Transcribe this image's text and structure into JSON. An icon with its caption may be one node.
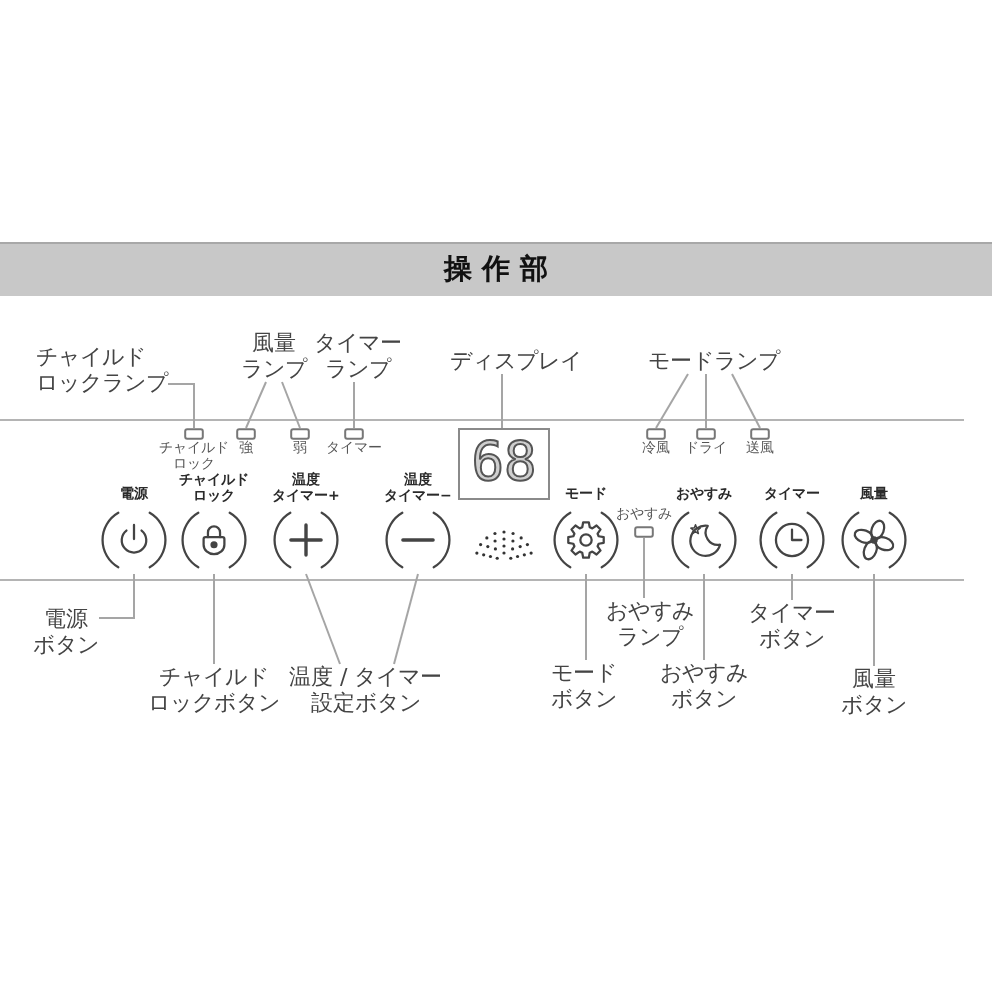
{
  "diagram": {
    "title": "操作部",
    "nodes": [
      {
        "text": [
          "チャイルドロックランプ"
        ]
      },
      {
        "text": [
          "風量ランプ"
        ]
      },
      {
        "text": [
          "タイマーランプ"
        ]
      },
      {
        "text": [
          "ディスプレイ"
        ]
      },
      {
        "text": [
          "モードランプ"
        ]
      },
      {
        "text": [],
        "shape": "box",
        "beside": [
          "チャイルドロック"
        ]
      },
      {
        "text": [],
        "shape": "box",
        "beside": [
          "強"
        ]
      },
      {
        "text": [],
        "shape": "box",
        "beside": [
          "弱"
        ]
      },
      {
        "text": [],
        "shape": "box",
        "beside": [
          "タイマー"
        ]
      },
      {
        "text": [
          "68"
        ]
      },
      {
        "text": [],
        "shape": "box",
        "beside": [
          "冷風"
        ]
      },
      {
        "text": [],
        "shape": "box",
        "beside": [
          "ドライ"
        ]
      },
      {
        "text": [],
        "shape": "box",
        "beside": [
          "送風"
        ]
      },
      {
        "text": [],
        "shape": "circle",
        "beside": [
          "電源"
        ]
      },
      {
        "text": [],
        "shape": "circle",
        "beside": [
          "チャイルドロック"
        ]
      },
      {
        "text": [],
        "shape": "circle",
        "beside": [
          "温度タイマー+"
        ]
      },
      {
        "text": [],
        "shape": "circle",
        "beside": [
          "温度タイマー−"
        ]
      },
      {
        "text": [],
        "shape": "circle",
        "beside": [
          "モード"
        ]
      },
      {
        "text": [],
        "shape": "box",
        "beside": [
          "おやすみ"
        ]
      },
      {
        "text": [],
        "shape": "circle",
        "beside": [
          "おやすみ"
        ]
      },
      {
        "text": [],
        "shape": "circle",
        "beside": [
          "タイマー"
        ]
      },
      {
        "text": [],
        "shape": "circle",
        "beside": [
          "風量"
        ]
      },
      {
        "text": [
          "電源ボタン"
        ]
      },
      {
        "text": [
          "おやすみランプ"
        ]
      },
      {
        "text": [
          "タイマーボタン"
        ]
      },
      {
        "text": [
          "チャイルドロックボタン"
        ]
      },
      {
        "text": [
          "温度 / タイマー設定ボタン"
        ]
      },
      {
        "text": [
          "モードボタン"
        ]
      },
      {
        "text": [
          "おやすみボタン"
        ]
      },
      {
        "text": [
          "風量ボタン"
        ]
      }
    ],
    "edges": [
      {
        "from": 0,
        "to": 5,
        "arrow": "none"
      },
      {
        "from": 1,
        "to": 6,
        "arrow": "none"
      },
      {
        "from": 1,
        "to": 7,
        "arrow": "none"
      },
      {
        "from": 2,
        "to": 8,
        "arrow": "none"
      },
      {
        "from": 3,
        "to": 9,
        "arrow": "none"
      },
      {
        "from": 4,
        "to": 10,
        "arrow": "none"
      },
      {
        "from": 4,
        "to": 11,
        "arrow": "none"
      },
      {
        "from": 4,
        "to": 12,
        "arrow": "none"
      },
      {
        "from": 22,
        "to": 13,
        "arrow": "none"
      },
      {
        "from": 25,
        "to": 14,
        "arrow": "none"
      },
      {
        "from": 26,
        "to": 15,
        "arrow": "none"
      },
      {
        "from": 26,
        "to": 16,
        "arrow": "none"
      },
      {
        "from": 27,
        "to": 17,
        "arrow": "none"
      },
      {
        "from": 23,
        "to": 18,
        "arrow": "none"
      },
      {
        "from": 28,
        "to": 19,
        "arrow": "none"
      },
      {
        "from": 24,
        "to": 20,
        "arrow": "none"
      },
      {
        "from": 29,
        "to": 21,
        "arrow": "none"
      }
    ]
  }
}
